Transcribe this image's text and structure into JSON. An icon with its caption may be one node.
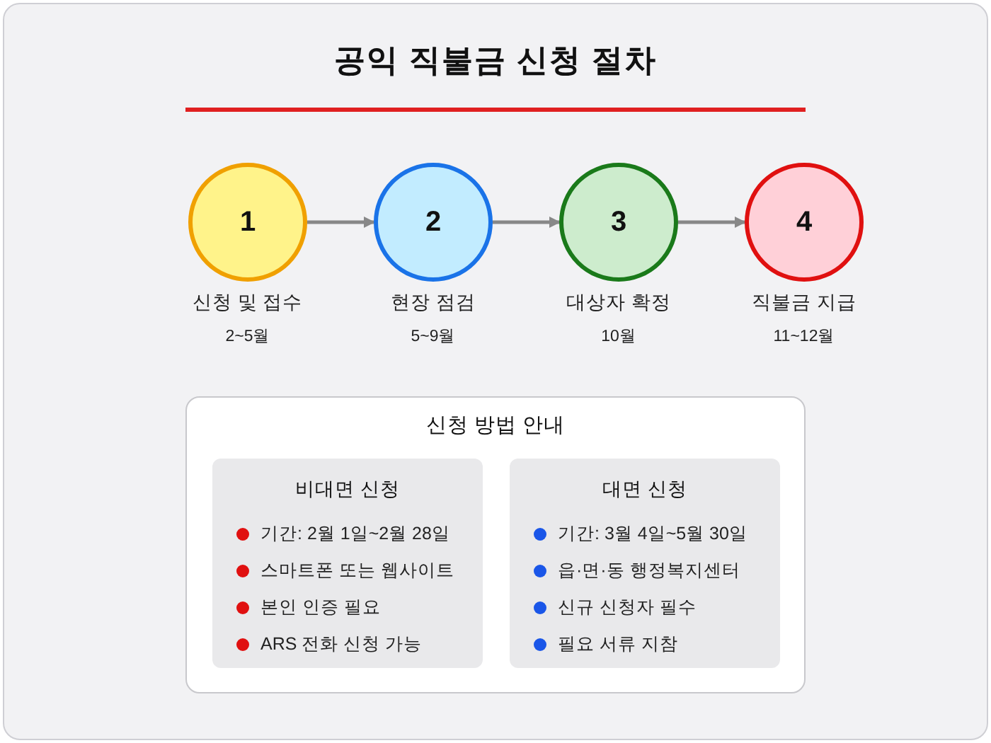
{
  "diagram": {
    "title": "공익 직불금 신청 절차",
    "nodes": [
      {
        "text": [
          "1"
        ],
        "beside": [
          "신청 및 접수",
          "2~5월"
        ]
      },
      {
        "text": [
          "2"
        ],
        "beside": [
          "현장 점검",
          "5~9월"
        ]
      },
      {
        "text": [
          "3"
        ],
        "beside": [
          "대상자 확정",
          "10월"
        ]
      },
      {
        "text": [
          "4"
        ],
        "beside": [
          "직불금 지급",
          "11~12월"
        ]
      },
      {
        "text": [
          "신청 방법 안내"
        ]
      },
      {
        "text": [
          "비대면 신청",
          "기간: 2월 1일~2월 28일",
          "스마트폰 또는 웹사이트",
          "본인 인증 필요",
          "ARS 전화 신청 가능"
        ],
        "in": 4
      },
      {
        "text": [
          "대면 신청",
          "기간: 3월 4일~5월 30일",
          "읍·면·동 행정복지센터",
          "신규 신청자 필수",
          "필요 서류 지참"
        ],
        "in": 4
      }
    ],
    "edges": [
      {
        "from": 0,
        "to": 1,
        "arrow": "to"
      },
      {
        "from": 1,
        "to": 2,
        "arrow": "to"
      },
      {
        "from": 2,
        "to": 3,
        "arrow": "to"
      }
    ]
  }
}
